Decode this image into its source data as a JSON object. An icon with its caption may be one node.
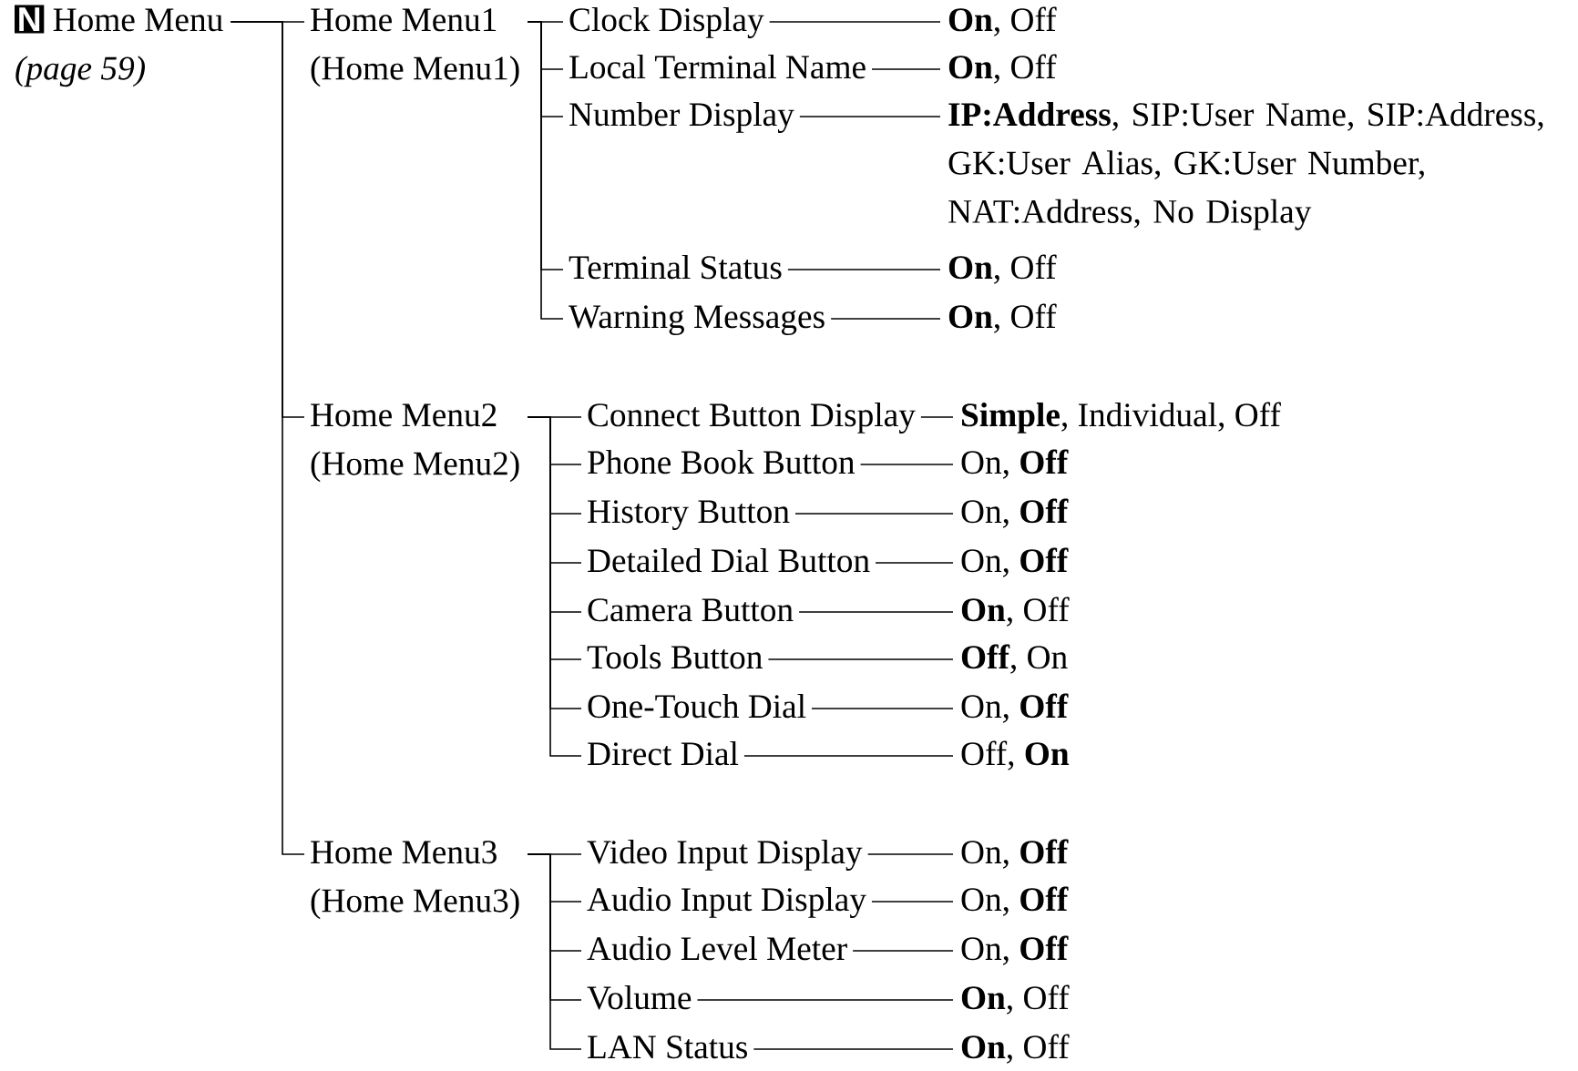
{
  "diagram": {
    "nodes": [
      {
        "text": [
          "N",
          "Home Menu",
          "(page 59)"
        ]
      },
      {
        "text": [
          "Home Menu1",
          "(Home Menu1)"
        ]
      },
      {
        "text": [
          "Clock Display"
        ]
      },
      {
        "text": [
          "**On**, Off"
        ]
      },
      {
        "text": [
          "Local Terminal Name"
        ]
      },
      {
        "text": [
          "**On**, Off"
        ]
      },
      {
        "text": [
          "Number Display"
        ]
      },
      {
        "text": [
          "**IP:Address**, SIP:User Name, SIP:Address, GK:User Alias, GK:User Number, NAT:Address, No Display"
        ]
      },
      {
        "text": [
          "Terminal Status"
        ]
      },
      {
        "text": [
          "**On**, Off"
        ]
      },
      {
        "text": [
          "Warning Messages"
        ]
      },
      {
        "text": [
          "**On**, Off"
        ]
      },
      {
        "text": [
          "Home Menu2",
          "(Home Menu2)"
        ]
      },
      {
        "text": [
          "Connect Button Display"
        ]
      },
      {
        "text": [
          "**Simple**, Individual, Off"
        ]
      },
      {
        "text": [
          "Phone Book Button"
        ]
      },
      {
        "text": [
          "On, **Off**"
        ]
      },
      {
        "text": [
          "History Button"
        ]
      },
      {
        "text": [
          "On, **Off**"
        ]
      },
      {
        "text": [
          "Detailed Dial Button"
        ]
      },
      {
        "text": [
          "On, **Off**"
        ]
      },
      {
        "text": [
          "Camera Button"
        ]
      },
      {
        "text": [
          "**On**, Off"
        ]
      },
      {
        "text": [
          "Tools Button"
        ]
      },
      {
        "text": [
          "**Off**, On"
        ]
      },
      {
        "text": [
          "One-Touch Dial"
        ]
      },
      {
        "text": [
          "On, **Off**"
        ]
      },
      {
        "text": [
          "Direct Dial"
        ]
      },
      {
        "text": [
          "Off, **On**"
        ]
      },
      {
        "text": [
          "Home Menu3",
          "(Home Menu3)"
        ]
      },
      {
        "text": [
          "Video Input Display"
        ]
      },
      {
        "text": [
          "On, **Off**"
        ]
      },
      {
        "text": [
          "Audio Input Display"
        ]
      },
      {
        "text": [
          "On, **Off**"
        ]
      },
      {
        "text": [
          "Audio Level Meter"
        ]
      },
      {
        "text": [
          "On, **Off**"
        ]
      },
      {
        "text": [
          "Volume"
        ]
      },
      {
        "text": [
          "**On**, Off"
        ]
      },
      {
        "text": [
          "LAN Status"
        ]
      },
      {
        "text": [
          "**On**, Off"
        ]
      }
    ],
    "edges": [
      {
        "from": 0,
        "to": 1,
        "arrow": "none"
      },
      {
        "from": 0,
        "to": 12,
        "arrow": "none"
      },
      {
        "from": 0,
        "to": 29,
        "arrow": "none"
      },
      {
        "from": 1,
        "to": 2,
        "arrow": "none"
      },
      {
        "from": 1,
        "to": 4,
        "arrow": "none"
      },
      {
        "from": 1,
        "to": 6,
        "arrow": "none"
      },
      {
        "from": 1,
        "to": 8,
        "arrow": "none"
      },
      {
        "from": 1,
        "to": 10,
        "arrow": "none"
      },
      {
        "from": 2,
        "to": 3,
        "arrow": "none"
      },
      {
        "from": 4,
        "to": 5,
        "arrow": "none"
      },
      {
        "from": 6,
        "to": 7,
        "arrow": "none"
      },
      {
        "from": 8,
        "to": 9,
        "arrow": "none"
      },
      {
        "from": 10,
        "to": 11,
        "arrow": "none"
      },
      {
        "from": 12,
        "to": 13,
        "arrow": "none"
      },
      {
        "from": 12,
        "to": 15,
        "arrow": "none"
      },
      {
        "from": 12,
        "to": 17,
        "arrow": "none"
      },
      {
        "from": 12,
        "to": 19,
        "arrow": "none"
      },
      {
        "from": 12,
        "to": 21,
        "arrow": "none"
      },
      {
        "from": 12,
        "to": 23,
        "arrow": "none"
      },
      {
        "from": 12,
        "to": 25,
        "arrow": "none"
      },
      {
        "from": 12,
        "to": 27,
        "arrow": "none"
      },
      {
        "from": 13,
        "to": 14,
        "arrow": "none"
      },
      {
        "from": 15,
        "to": 16,
        "arrow": "none"
      },
      {
        "from": 17,
        "to": 18,
        "arrow": "none"
      },
      {
        "from": 19,
        "to": 20,
        "arrow": "none"
      },
      {
        "from": 21,
        "to": 22,
        "arrow": "none"
      },
      {
        "from": 23,
        "to": 24,
        "arrow": "none"
      },
      {
        "from": 25,
        "to": 26,
        "arrow": "none"
      },
      {
        "from": 27,
        "to": 28,
        "arrow": "none"
      },
      {
        "from": 29,
        "to": 30,
        "arrow": "none"
      },
      {
        "from": 29,
        "to": 32,
        "arrow": "none"
      },
      {
        "from": 29,
        "to": 34,
        "arrow": "none"
      },
      {
        "from": 29,
        "to": 36,
        "arrow": "none"
      },
      {
        "from": 29,
        "to": 38,
        "arrow": "none"
      },
      {
        "from": 30,
        "to": 31,
        "arrow": "none"
      },
      {
        "from": 32,
        "to": 33,
        "arrow": "none"
      },
      {
        "from": 34,
        "to": 35,
        "arrow": "none"
      },
      {
        "from": 36,
        "to": 37,
        "arrow": "none"
      },
      {
        "from": 38,
        "to": 39,
        "arrow": "none"
      }
    ]
  }
}
